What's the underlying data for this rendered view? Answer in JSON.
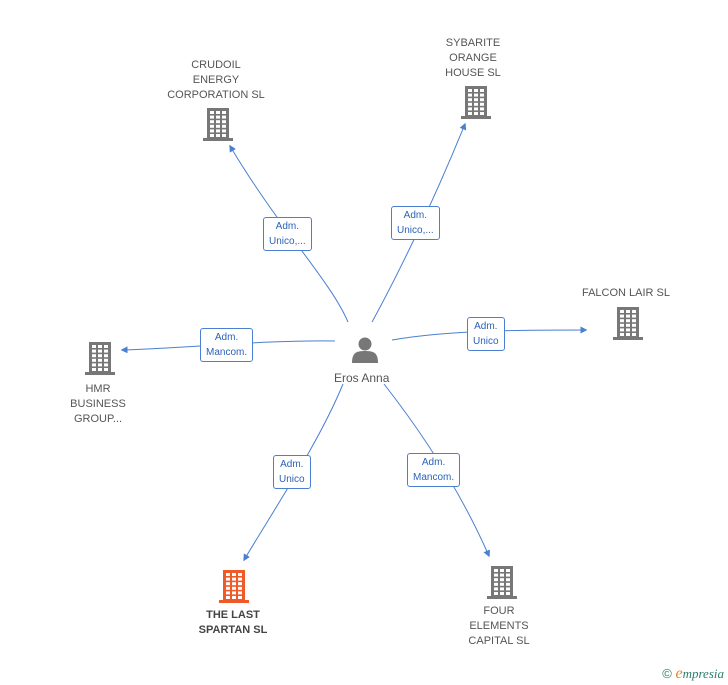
{
  "center": {
    "name": "Eros Anna",
    "icon": "person-icon"
  },
  "companies": [
    {
      "id": "crudoil",
      "label": "CRUDOIL\nENERGY\nCORPORATION SL",
      "icon": "building-icon",
      "color": "#777777"
    },
    {
      "id": "sybarite",
      "label": "SYBARITE\nORANGE\nHOUSE SL",
      "icon": "building-icon",
      "color": "#777777"
    },
    {
      "id": "falcon",
      "label": "FALCON LAIR SL",
      "icon": "building-icon",
      "color": "#777777"
    },
    {
      "id": "hmr",
      "label": "HMR\nBUSINESS\nGROUP...",
      "icon": "building-icon",
      "color": "#777777"
    },
    {
      "id": "spartan",
      "label": "THE LAST\nSPARTAN SL",
      "icon": "building-icon",
      "color": "#f05a28"
    },
    {
      "id": "four",
      "label": "FOUR\nELEMENTS\nCAPITAL SL",
      "icon": "building-icon",
      "color": "#777777"
    }
  ],
  "relations": [
    {
      "to": "crudoil",
      "label": "Adm.\nUnico,..."
    },
    {
      "to": "sybarite",
      "label": "Adm.\nUnico,..."
    },
    {
      "to": "falcon",
      "label": "Adm.\nUnico"
    },
    {
      "to": "hmr",
      "label": "Adm.\nMancom."
    },
    {
      "to": "spartan",
      "label": "Adm.\nUnico"
    },
    {
      "to": "four",
      "label": "Adm.\nMancom."
    }
  ],
  "colors": {
    "edge": "#4a7fd1",
    "building": "#777777",
    "highlight": "#f05a28",
    "person": "#777777"
  },
  "footer": {
    "copyright": "©",
    "brand_e": "e",
    "brand_rest": "mpresia"
  }
}
